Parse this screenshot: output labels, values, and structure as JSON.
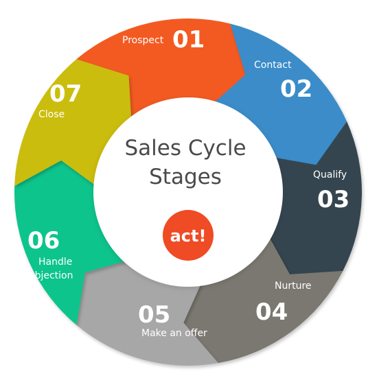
{
  "title": {
    "line1": "Sales Cycle",
    "line2": "Stages"
  },
  "logo": {
    "text": "act!",
    "color": "#ef4b24"
  },
  "stages": [
    {
      "number": "01",
      "label": "Prospect",
      "color": "#f25a22"
    },
    {
      "number": "02",
      "label": "Contact",
      "color": "#3b8cc9"
    },
    {
      "number": "03",
      "label": "Qualify",
      "color": "#344450"
    },
    {
      "number": "04",
      "label": "Nurture",
      "color": "#7a786f"
    },
    {
      "number": "05",
      "label": "Make an offer",
      "color": "#a7a7a7"
    },
    {
      "number": "06",
      "label": "Handle objection",
      "color": "#0cc48c"
    },
    {
      "number": "07",
      "label": "Close",
      "color": "#cbbd0a"
    }
  ]
}
